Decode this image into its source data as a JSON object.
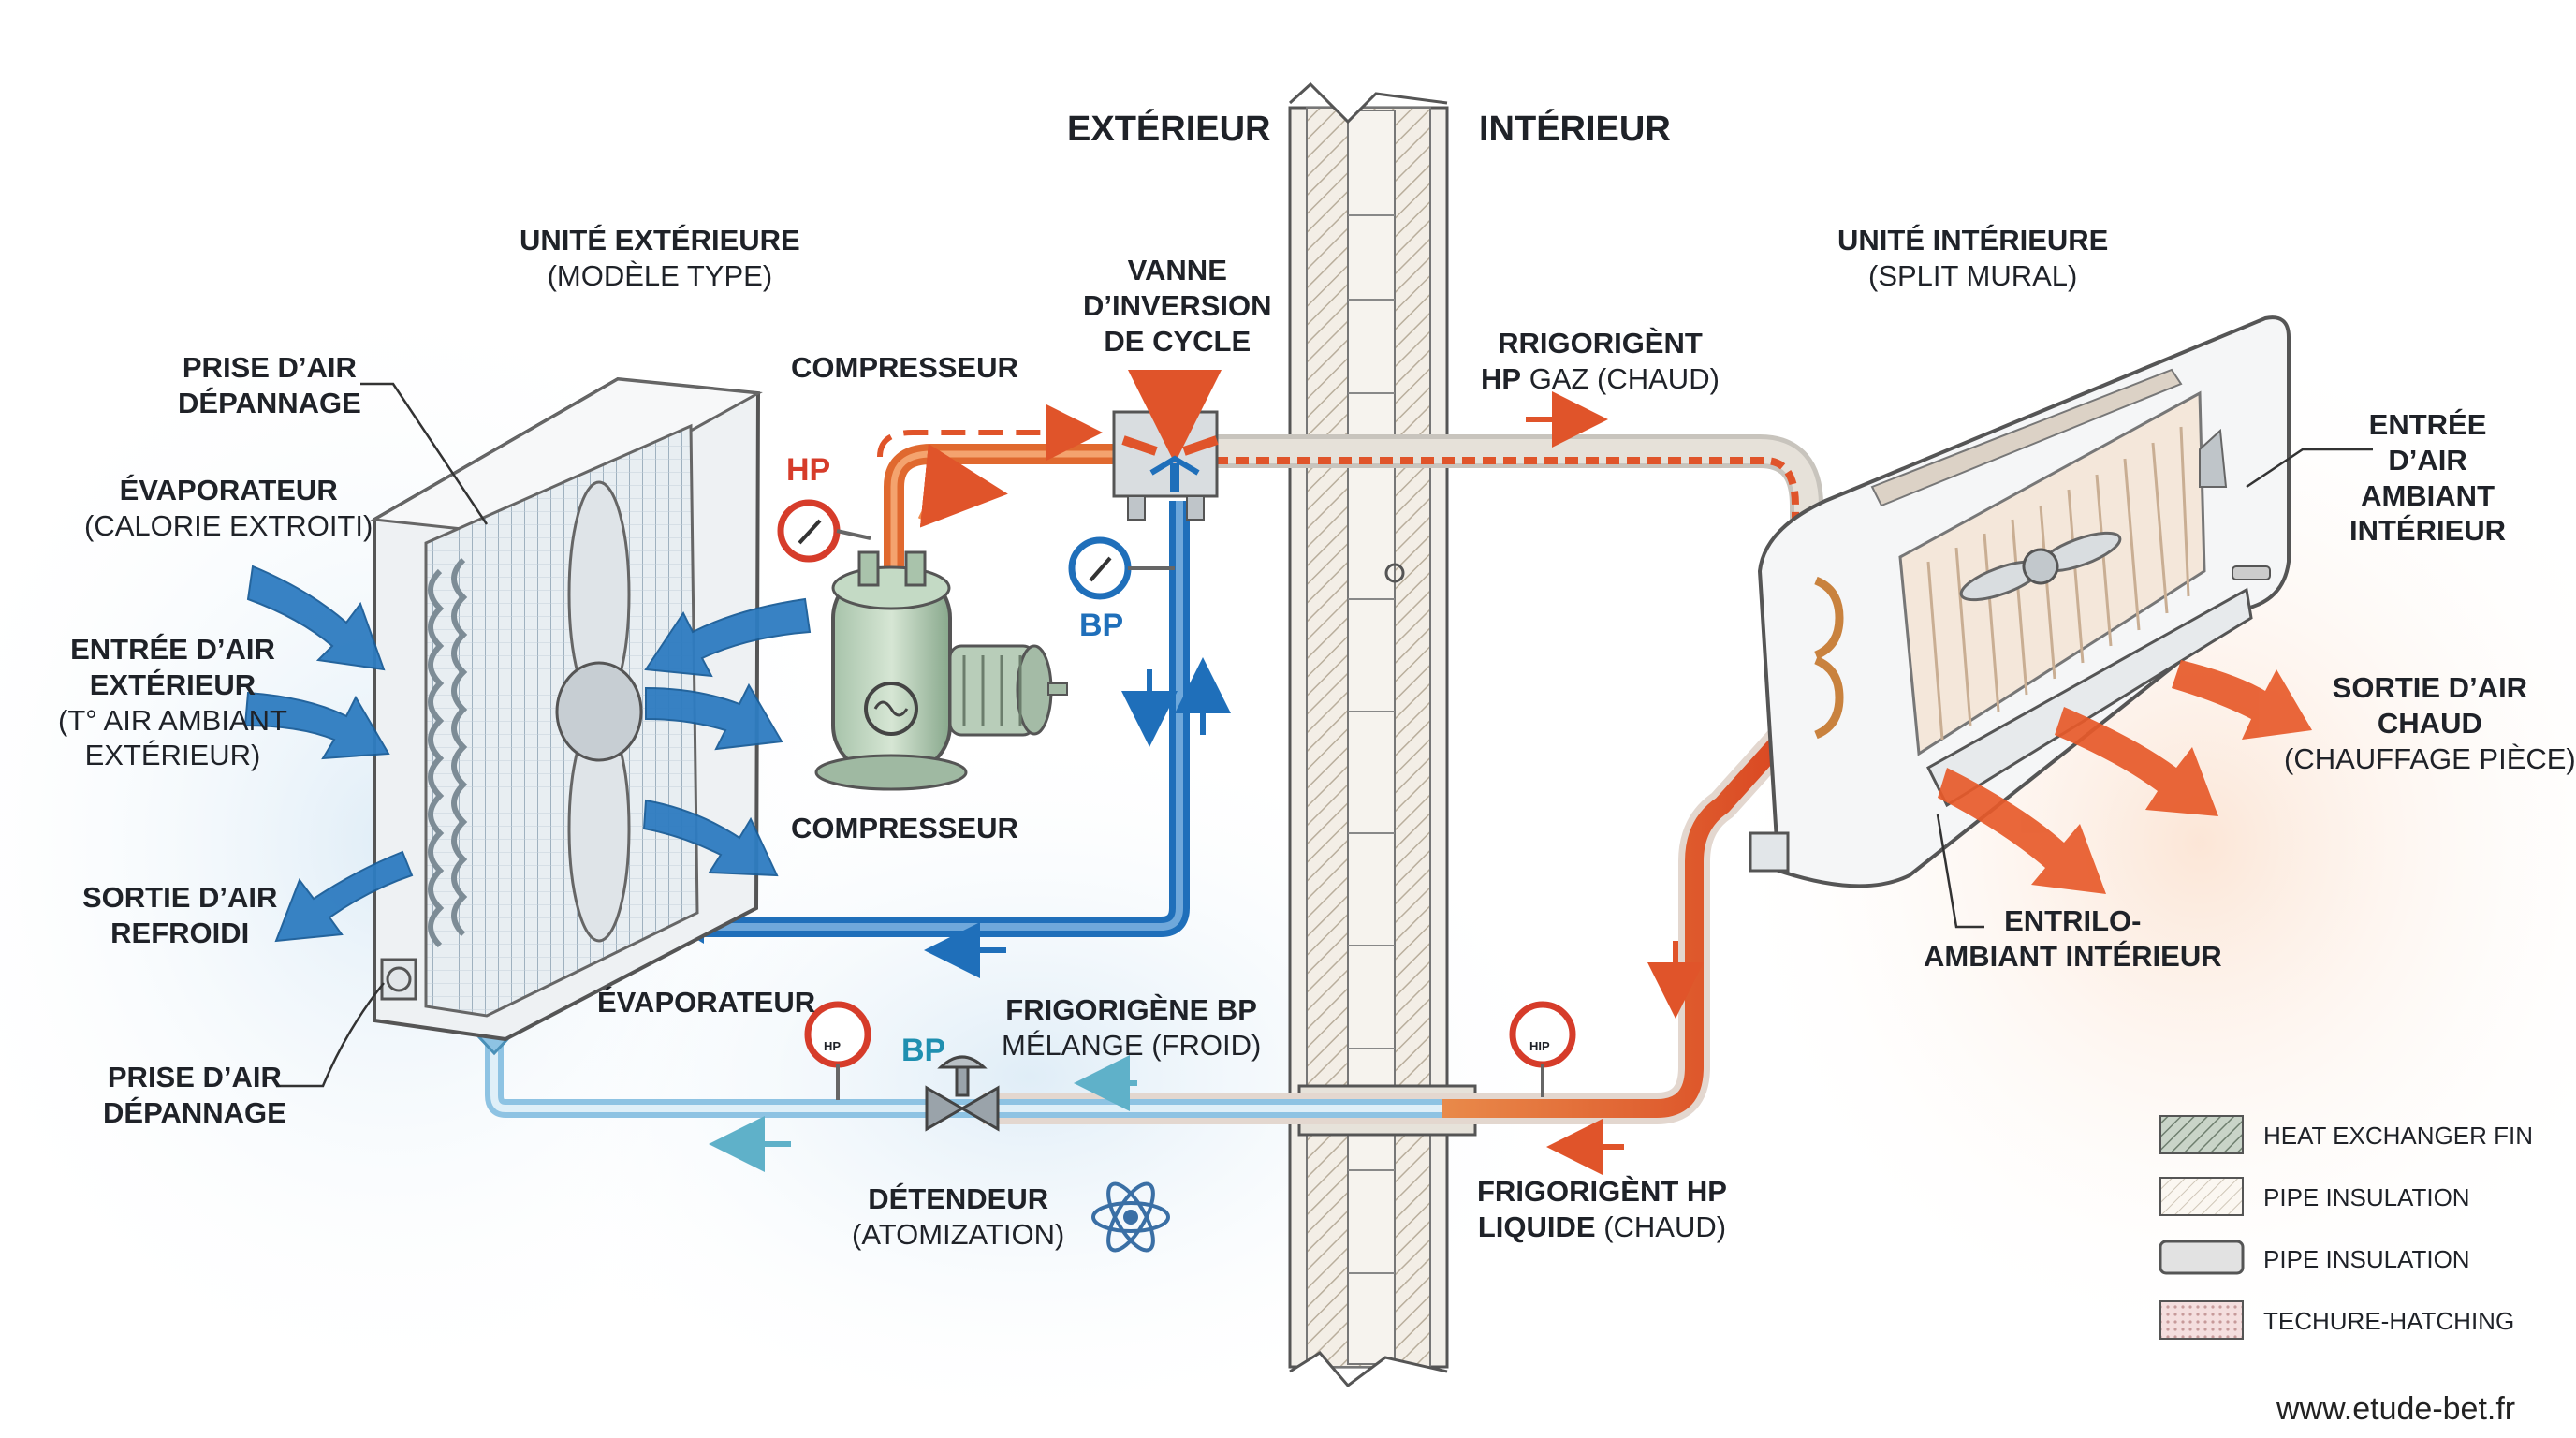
{
  "zones": {
    "exterior": "EXTÉRIEUR",
    "interior": "INTÉRIEUR"
  },
  "outdoor_unit": {
    "title": "UNITÉ EXTÉRIEURE",
    "subtitle": "(MODÈLE TYPE)"
  },
  "indoor_unit": {
    "title": "UNITÉ INTÉRIEURE",
    "subtitle": "(SPLIT MURAL)"
  },
  "labels": {
    "prise_air_top": [
      "PRISE D’AIR",
      "DÉPANNAGE"
    ],
    "evaporateur_left": {
      "bold": "ÉVAPORATEUR",
      "normal": "(CALORIE EXTROITI)"
    },
    "entree_air_ext": {
      "bold": [
        "ENTRÉE D’AIR",
        "EXTÉRIEUR"
      ],
      "normal": [
        "(T° AIR AMBIANT",
        "EXTÉRIEUR)"
      ]
    },
    "sortie_air_refroidi": [
      "SORTIE D’AIR",
      "REFROIDI"
    ],
    "prise_air_bottom": [
      "PRISE D’AIR",
      "DÉPANNAGE"
    ],
    "compresseur_top": "COMPRESSEUR",
    "compresseur_bottom": "COMPRESSEUR",
    "vanne": [
      "VANNE",
      "D’INVERSION",
      "DE CYCLE"
    ],
    "hp": "HP",
    "bp_right": "BP",
    "bp_left": "BP",
    "evaporateur_bottom": "ÉVAPORATEUR",
    "frigorigene_bp": {
      "bold": "FRIGORIGÈNE BP",
      "normal": "MÉLANGE (FROID)"
    },
    "detendeur": {
      "bold": "DÉTENDEUR",
      "normal": "(ATOMIZATION)"
    },
    "rrigorigent": {
      "line1": "RRIGORIGÈNT",
      "bold2": "HP",
      "normal2": " GAZ (CHAUD)"
    },
    "entree_air_amb": [
      "ENTRÉE",
      "D’AIR",
      "AMBIANT",
      "INTÉRIEUR"
    ],
    "sortie_air_chaud": {
      "bold": [
        "SORTIE D’AIR",
        "CHAUD"
      ],
      "normal": "(CHAUFFAGE PIÈCE)"
    },
    "entrilo": [
      "ENTRILO-",
      "AMBIANT INTÉRIEUR"
    ],
    "frigorigent_hp_liquide": {
      "line1": "FRIGORIGÈNT HP",
      "bold2": "LIQUIDE",
      "normal2": " (CHAUD)"
    },
    "gauge_hp_small": "HP",
    "gauge_hip": "HIP"
  },
  "legend": [
    {
      "label": "HEAT EXCHANGER FIN",
      "pattern": "hatch-green"
    },
    {
      "label": "PIPE INSULATION",
      "pattern": "hatch-light"
    },
    {
      "label": "PIPE INSULATION",
      "pattern": "pipe-grey"
    },
    {
      "label": "TECHURE-HATCHING",
      "pattern": "dots-pink"
    }
  ],
  "footer": "www.etude-bet.fr",
  "colors": {
    "hot": "#e0542a",
    "cold": "#1f6fba",
    "cold_light": "#8ec3e3",
    "text": "#1f2228",
    "wall": "#d9d3c8"
  }
}
